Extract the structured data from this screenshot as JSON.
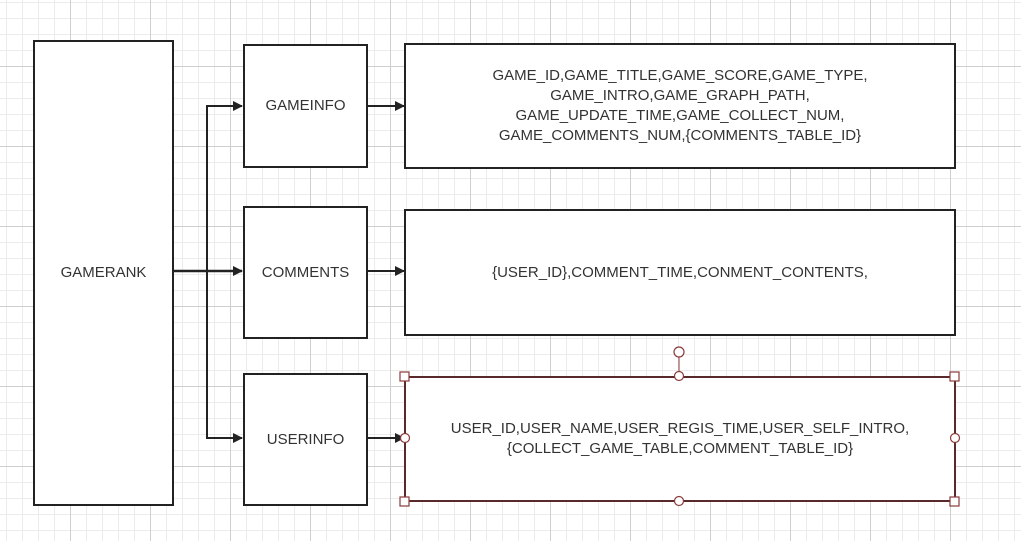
{
  "diagram": {
    "root": {
      "label": "GAMERANK"
    },
    "entities": [
      {
        "label": "GAMEINFO",
        "fields": "GAME_ID,GAME_TITLE,GAME_SCORE,GAME_TYPE,\nGAME_INTRO,GAME_GRAPH_PATH,\nGAME_UPDATE_TIME,GAME_COLLECT_NUM,\nGAME_COMMENTS_NUM,{COMMENTS_TABLE_ID}"
      },
      {
        "label": "COMMENTS",
        "fields": "{USER_ID},COMMENT_TIME,CONMENT_CONTENTS,"
      },
      {
        "label": "USERINFO",
        "fields": "USER_ID,USER_NAME,USER_REGIS_TIME,USER_SELF_INTRO,\n{COLLECT_GAME_TABLE,COMMENT_TABLE_ID}"
      }
    ],
    "colors": {
      "stroke": "#222222",
      "selection": "#8a3a3a",
      "text": "#333333"
    }
  }
}
